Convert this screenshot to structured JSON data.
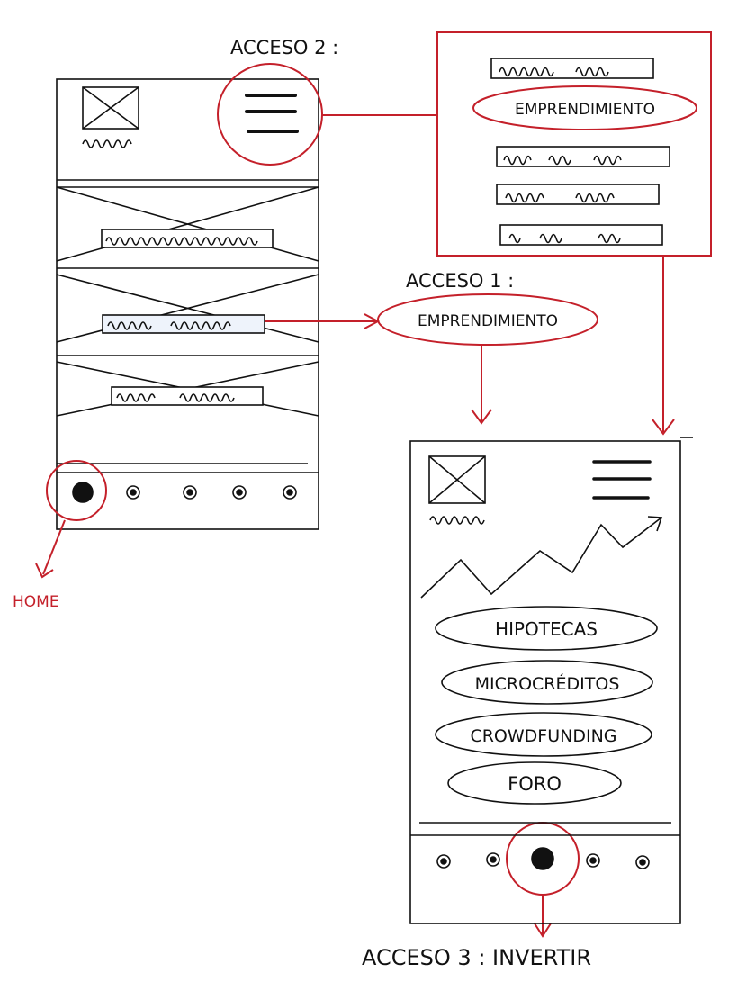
{
  "annotations": {
    "acceso2": "ACCESO 2 :",
    "acceso1": "ACCESO 1 :",
    "acceso3": "ACCESO 3 : INVERTIR",
    "home": "HOME"
  },
  "menu_popup": {
    "highlighted_item": "EMPRENDIMIENTO"
  },
  "acceso1_bubble": {
    "label": "EMPRENDIMIENTO"
  },
  "invertir_screen": {
    "buttons": [
      "HIPOTECAS",
      "MICROCRÉDITOS",
      "CROWDFUNDING",
      "FORO"
    ]
  },
  "colors": {
    "ink": "#111111",
    "red": "#c4202a"
  }
}
